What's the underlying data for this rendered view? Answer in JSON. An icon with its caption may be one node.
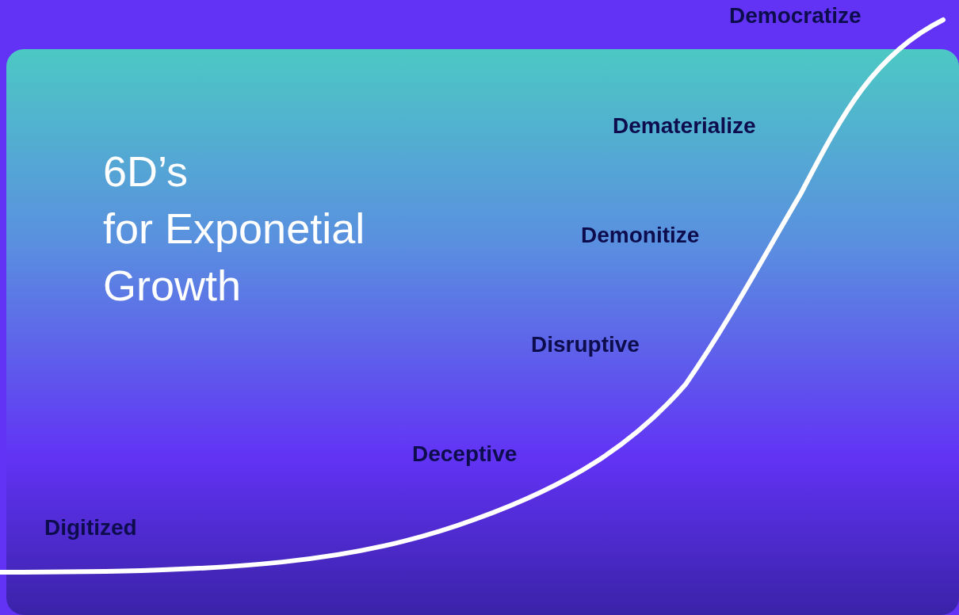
{
  "diagram": {
    "title": "6D’s for Exponetial Growth",
    "labels": [
      "Democratize",
      "Dematerialize",
      "Demonitize",
      "Disruptive",
      "Deceptive",
      "Digitized"
    ]
  }
}
